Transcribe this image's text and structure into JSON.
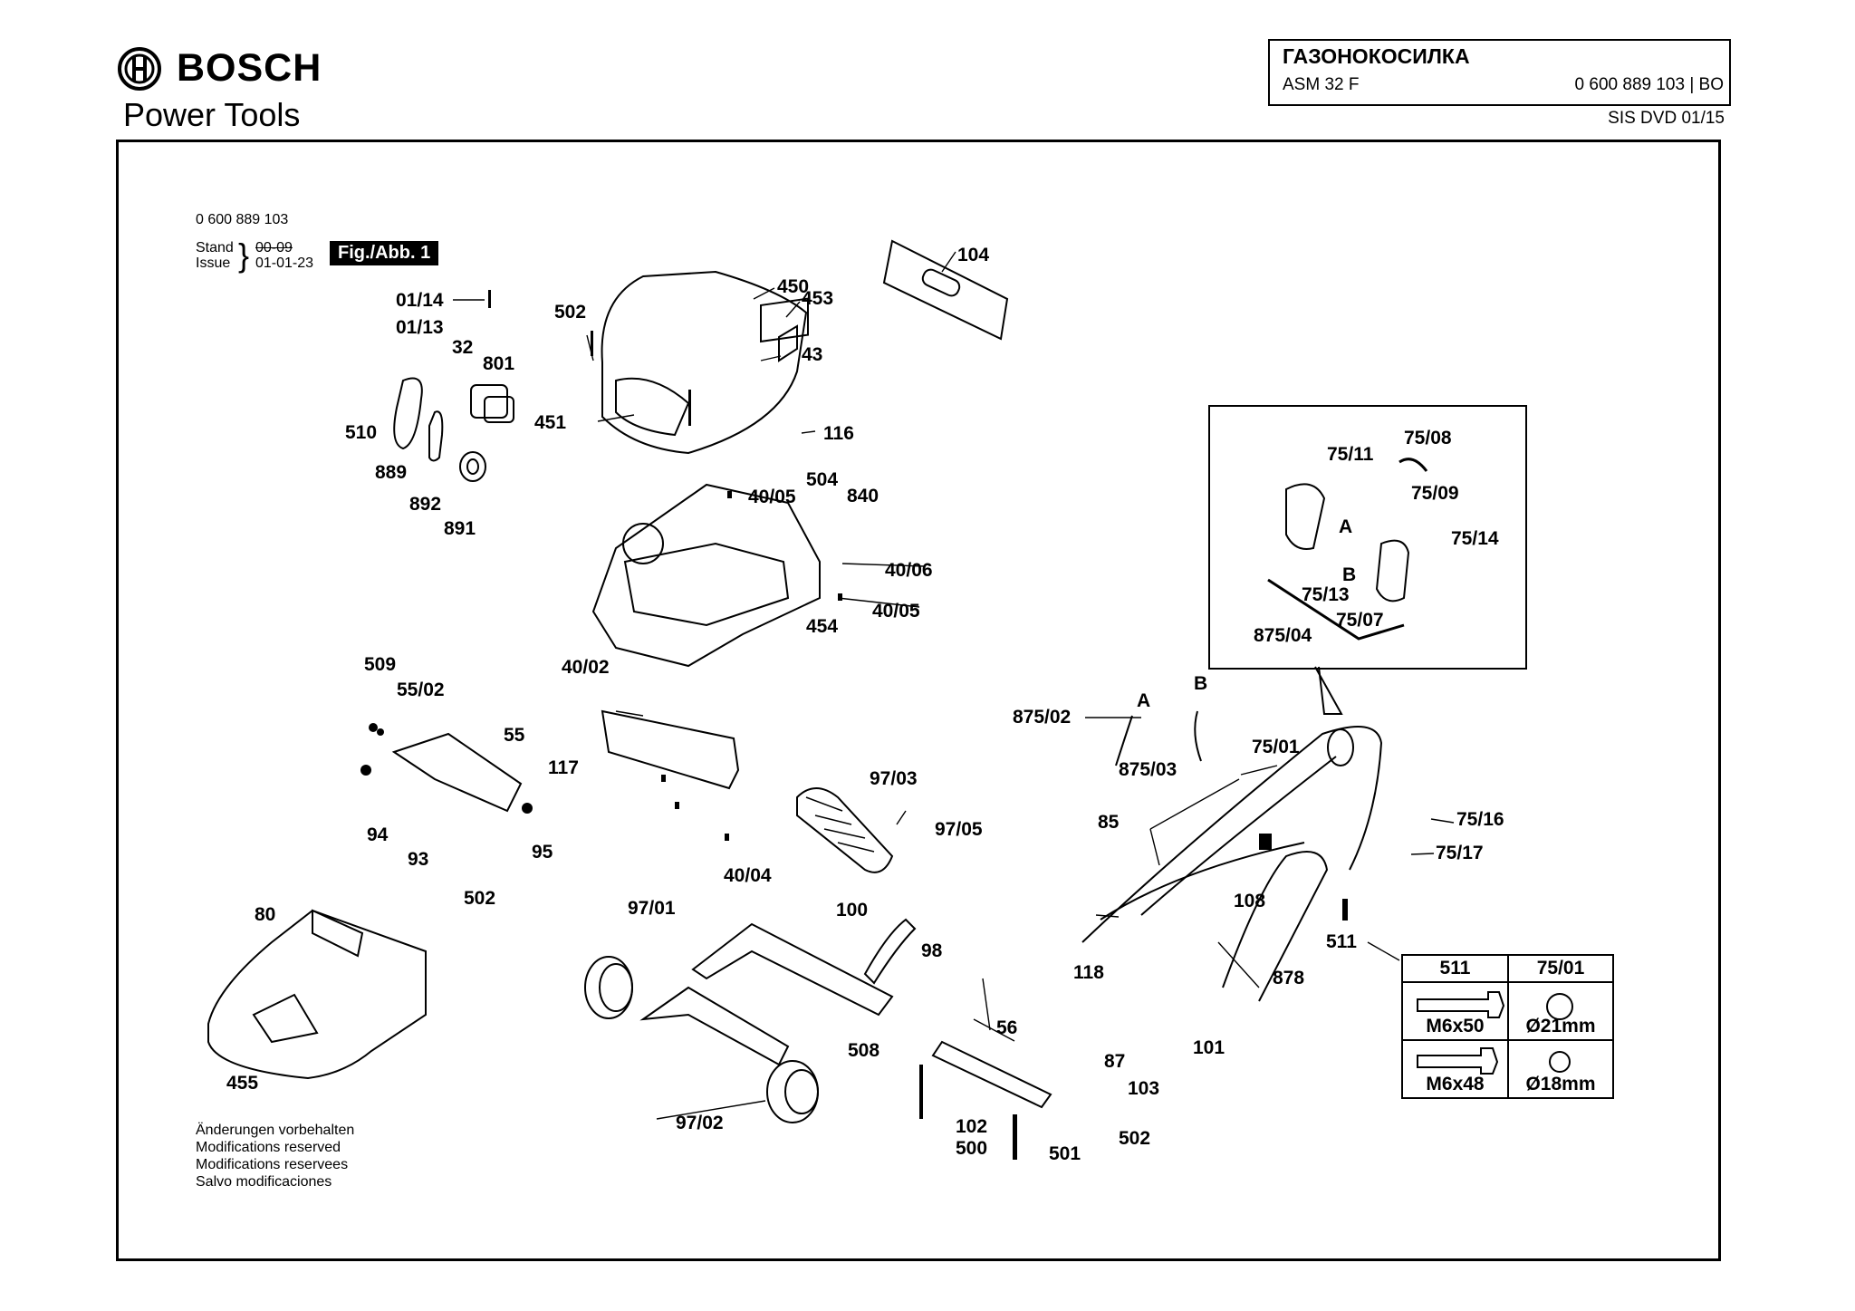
{
  "brand": {
    "name": "BOSCH",
    "subtitle": "Power Tools"
  },
  "titlebox": {
    "title": "ГАЗОНОКОСИЛКА",
    "model": "ASM 32 F",
    "number": "0 600 889 103 | BO"
  },
  "sis": "SIS DVD 01/15",
  "sheet": {
    "part_number": "0 600 889 103",
    "stand_label": "Stand",
    "issue_label": "Issue",
    "stand_date": "00-09",
    "issue_date": "01-01-23",
    "figure_tag": "Fig./Abb. 1"
  },
  "disclaimer": [
    "Änderungen vorbehalten",
    "Modifications reserved",
    "Modifications reservees",
    "Salvo modificaciones"
  ],
  "part_labels": [
    "104",
    "450",
    "453",
    "43",
    "502",
    "451",
    "116",
    "01/14",
    "01/13",
    "32",
    "801",
    "510",
    "889",
    "892",
    "891",
    "40/05",
    "504",
    "840",
    "40/06",
    "454",
    "40/05",
    "509",
    "55/02",
    "55",
    "117",
    "94",
    "93",
    "95",
    "502",
    "40/02",
    "40/04",
    "97/03",
    "97/05",
    "97/01",
    "100",
    "98",
    "508",
    "97/02",
    "80",
    "455",
    "56",
    "87",
    "103",
    "102",
    "500",
    "501",
    "502",
    "75/08",
    "75/11",
    "75/09",
    "A",
    "75/14",
    "B",
    "75/13",
    "75/07",
    "875/04",
    "875/02",
    "A",
    "B",
    "875/03",
    "75/01",
    "75/16",
    "85",
    "75/17",
    "108",
    "118",
    "511",
    "878",
    "101"
  ],
  "legend": {
    "headers": [
      "511",
      "75/01"
    ],
    "row1": {
      "size": "M6x50",
      "dia": "Ø21mm"
    },
    "row2": {
      "size": "M6x48",
      "dia": "Ø18mm"
    }
  }
}
